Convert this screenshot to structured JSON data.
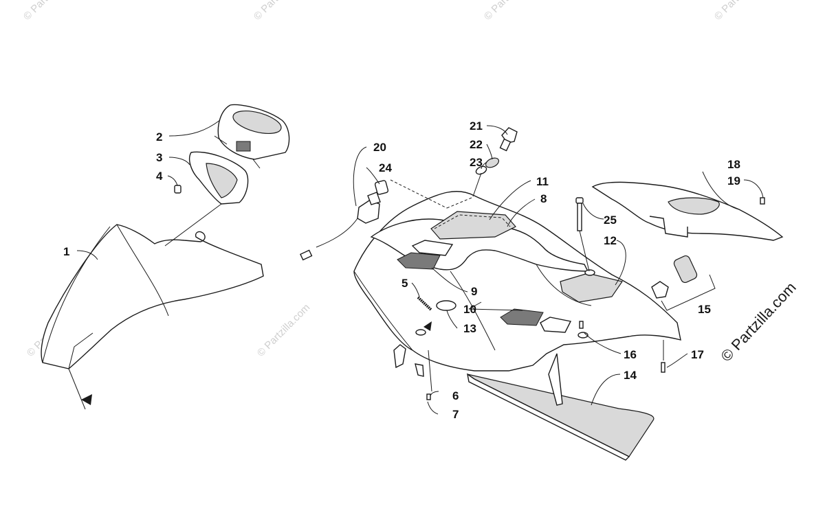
{
  "watermark": {
    "text": "© Partzilla.com",
    "color": "#cfcfcf"
  },
  "copyright": "© Partzilla.com",
  "callouts": [
    {
      "id": "1",
      "text": "1"
    },
    {
      "id": "2",
      "text": "2"
    },
    {
      "id": "3",
      "text": "3"
    },
    {
      "id": "4",
      "text": "4"
    },
    {
      "id": "5",
      "text": "5"
    },
    {
      "id": "6",
      "text": "6"
    },
    {
      "id": "7",
      "text": "7"
    },
    {
      "id": "8",
      "text": "8"
    },
    {
      "id": "9",
      "text": "9"
    },
    {
      "id": "10",
      "text": "10"
    },
    {
      "id": "11",
      "text": "11"
    },
    {
      "id": "12",
      "text": "12"
    },
    {
      "id": "13",
      "text": "13"
    },
    {
      "id": "14",
      "text": "14"
    },
    {
      "id": "15",
      "text": "15"
    },
    {
      "id": "16",
      "text": "16"
    },
    {
      "id": "17",
      "text": "17"
    },
    {
      "id": "18",
      "text": "18"
    },
    {
      "id": "19",
      "text": "19"
    },
    {
      "id": "20",
      "text": "20"
    },
    {
      "id": "21",
      "text": "21"
    },
    {
      "id": "22",
      "text": "22"
    },
    {
      "id": "23",
      "text": "23"
    },
    {
      "id": "24",
      "text": "24"
    },
    {
      "id": "25",
      "text": "25"
    }
  ]
}
